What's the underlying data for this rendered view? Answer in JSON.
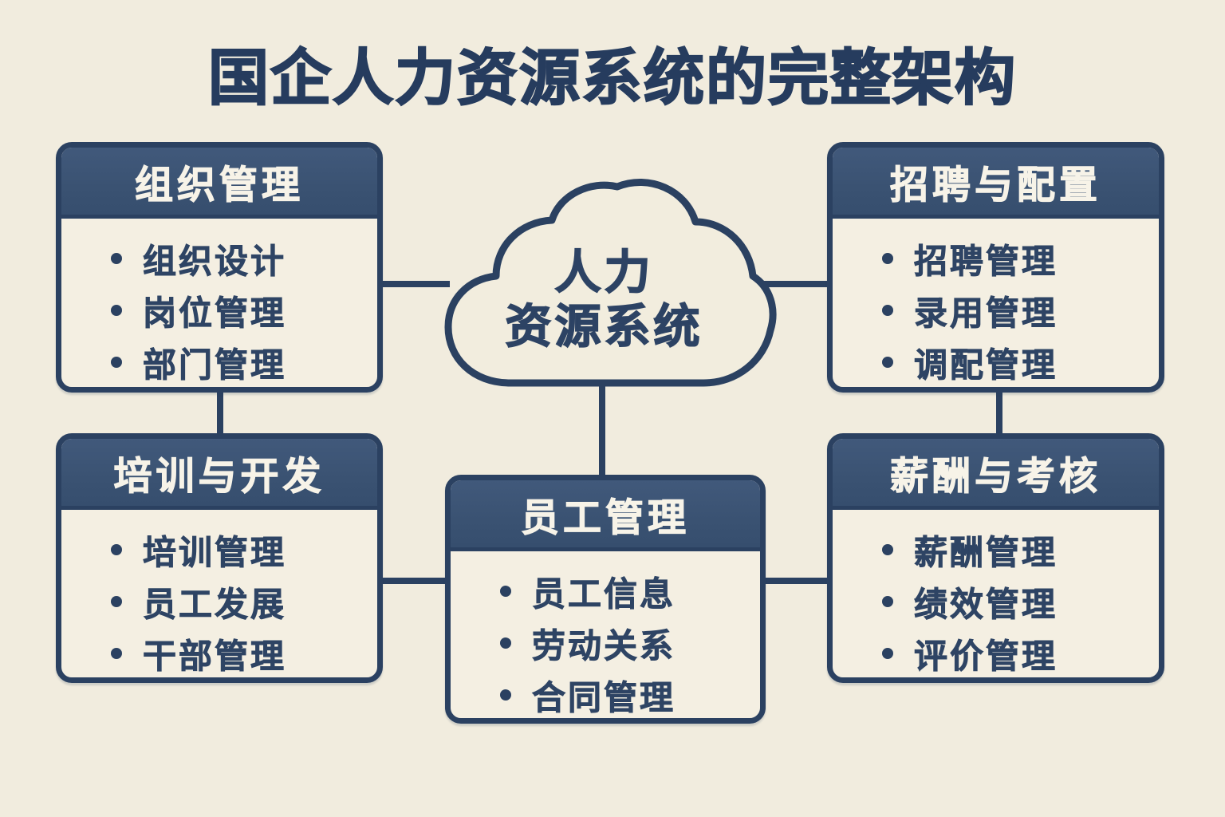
{
  "page": {
    "title": "国企人力资源系统的完整架构"
  },
  "palette": {
    "background": "#f1ecde",
    "box_fill": "#f4efe2",
    "navy_border": "#2b4161",
    "header_band": "#3a5272",
    "header_text": "#f7f3e8",
    "body_text": "#2e4464"
  },
  "center_cloud": {
    "line1": "人力",
    "line2": "资源系统"
  },
  "boxes": [
    {
      "id": "organization",
      "title": "组织管理",
      "items": [
        "组织设计",
        "岗位管理",
        "部门管理"
      ]
    },
    {
      "id": "recruiting",
      "title": "招聘与配置",
      "items": [
        "招聘管理",
        "录用管理",
        "调配管理"
      ]
    },
    {
      "id": "training",
      "title": "培训与开发",
      "items": [
        "培训管理",
        "员工发展",
        "干部管理"
      ]
    },
    {
      "id": "employee",
      "title": "员工管理",
      "items": [
        "员工信息",
        "劳动关系",
        "合同管理"
      ]
    },
    {
      "id": "compensation",
      "title": "薪酬与考核",
      "items": [
        "薪酬管理",
        "绩效管理",
        "评价管理"
      ]
    }
  ]
}
